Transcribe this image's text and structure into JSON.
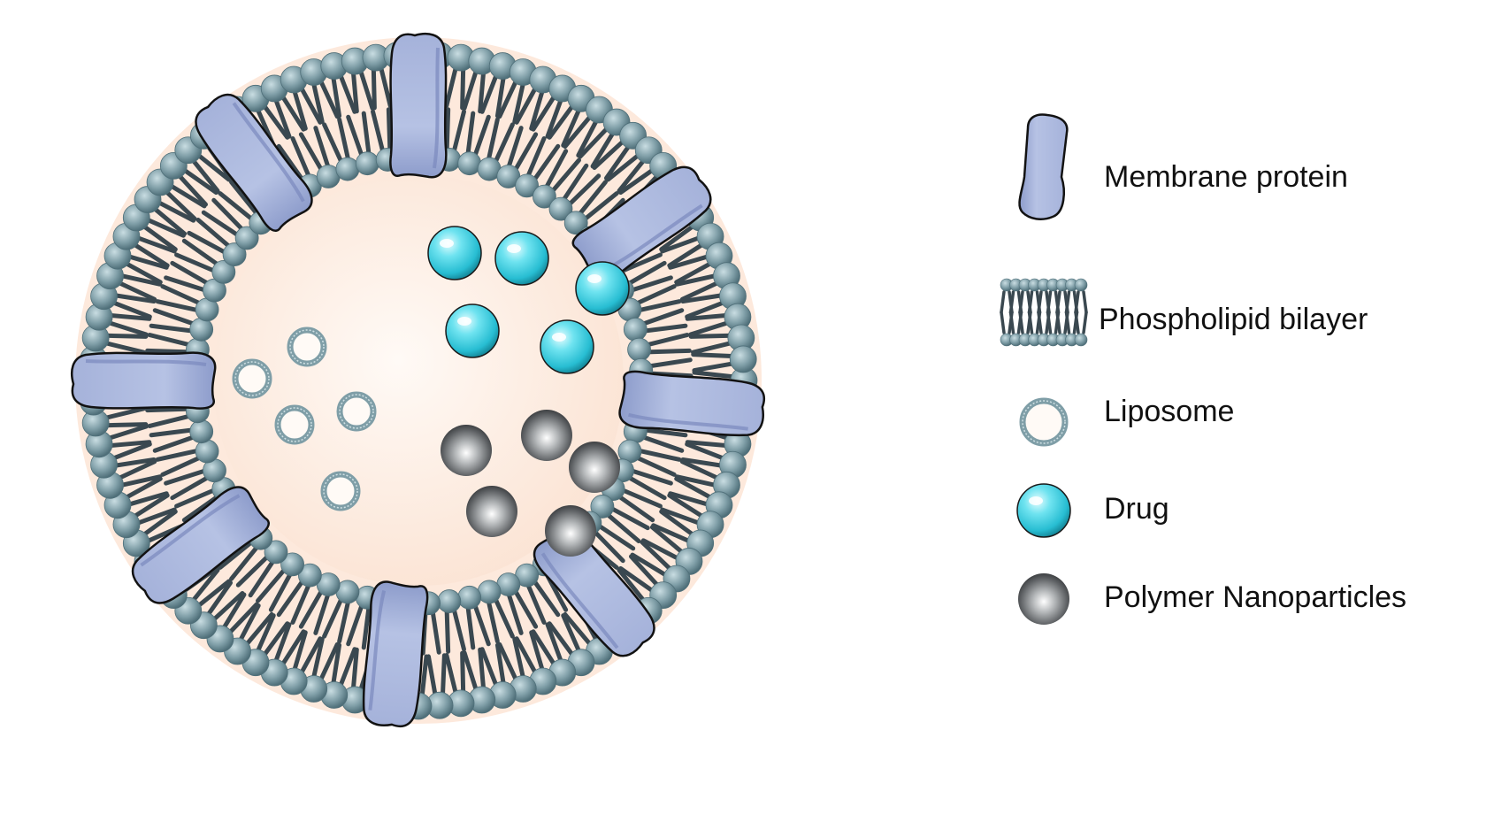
{
  "colors": {
    "background": "#ffffff",
    "core": "#fde9dc",
    "core_center": "#fffaf6",
    "head": "#7f9ea7",
    "head_dark": "#4f6f79",
    "head_light": "#c9dde2",
    "tail": "#3a4850",
    "protein_fill": "#aab7dc",
    "protein_stroke": "#121212",
    "drug": "#3fd0e2",
    "drug_light": "#c8f6fb",
    "drug_dark": "#15889a",
    "nanoparticle": "#6a6d70",
    "nanoparticle_light": "#ffffff",
    "nanoparticle_dark": "#2e3032",
    "liposome_ring": "#7f9ea7"
  },
  "vesicle": {
    "proteins": [
      {
        "name": "membrane-protein-top",
        "angle_deg": -90
      },
      {
        "name": "membrane-protein-upper-right",
        "angle_deg": -35
      },
      {
        "name": "membrane-protein-right",
        "angle_deg": 5
      },
      {
        "name": "membrane-protein-lower-right",
        "angle_deg": 50
      },
      {
        "name": "membrane-protein-bottom",
        "angle_deg": 95
      },
      {
        "name": "membrane-protein-lower-left",
        "angle_deg": 143
      },
      {
        "name": "membrane-protein-left",
        "angle_deg": 180
      },
      {
        "name": "membrane-protein-upper-left",
        "angle_deg": -127
      }
    ]
  },
  "legend": {
    "membrane_protein": "Membrane protein",
    "phospholipid_bilayer": "Phospholipid bilayer",
    "liposome": "Liposome",
    "drug": "Drug",
    "polymer_nanoparticles": "Polymer Nanoparticles"
  }
}
